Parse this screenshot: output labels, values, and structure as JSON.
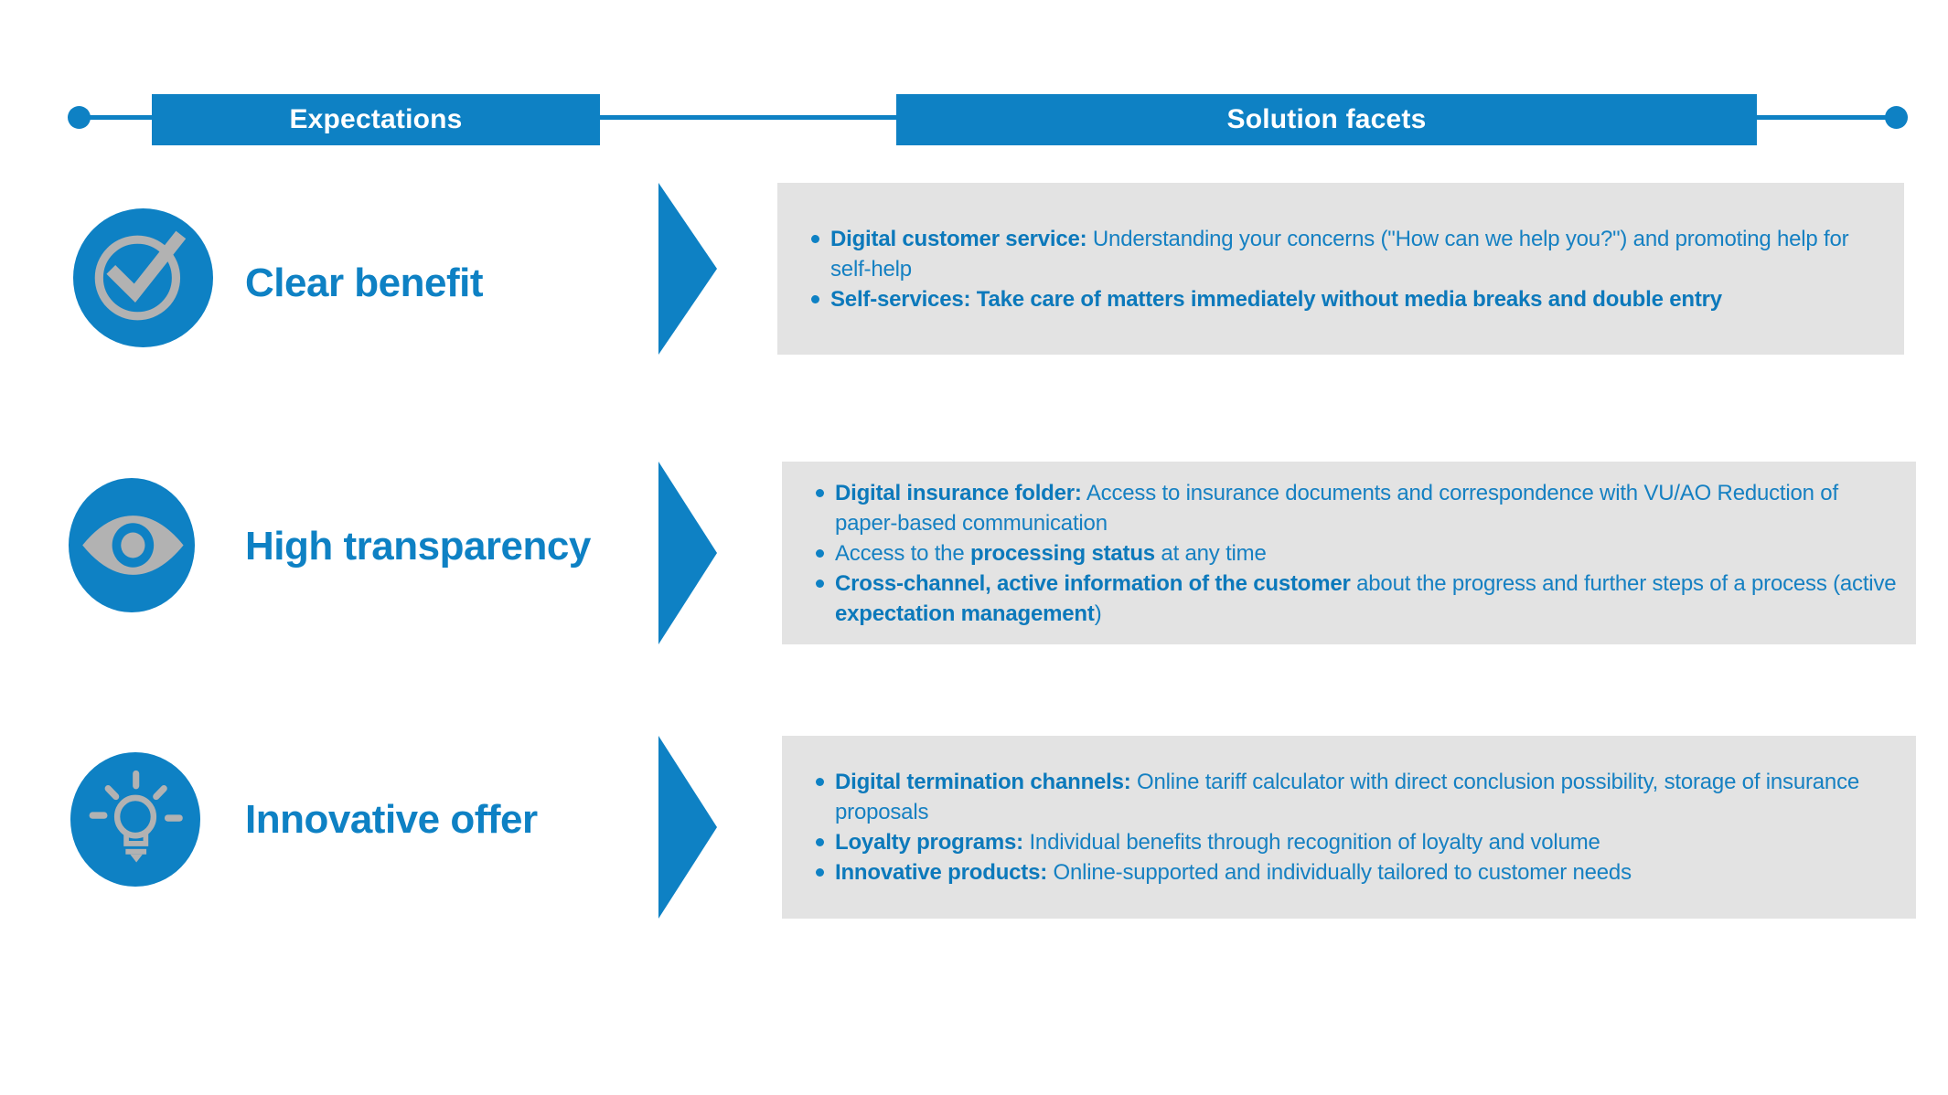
{
  "header": {
    "left_label": "Expectations",
    "right_label": "Solution facets"
  },
  "colors": {
    "accent": "#0E81C4",
    "icon_gray": "#B2B2B2",
    "panel_background": "#E3E3E3",
    "bullet_text": "#1580C2",
    "bullet_text_bold": "#0C79BB",
    "header_text": "#FFFFFF"
  },
  "icons": [
    "check-circle-icon",
    "eye-icon",
    "lightbulb-icon",
    "arrow-right-icon"
  ],
  "rows": [
    {
      "id": "clear-benefit",
      "title": "Clear benefit",
      "icon": "check-circle-icon",
      "bullets": [
        {
          "segments": [
            {
              "b": true,
              "t": "Digital customer service:"
            },
            {
              "b": false,
              "t": " Understanding your concerns (\"How can we help you?\") and promoting help for self-help"
            }
          ]
        },
        {
          "segments": [
            {
              "b": true,
              "t": "Self-services: Take care of matters immediately without media breaks and double entry"
            }
          ]
        }
      ]
    },
    {
      "id": "high-transparency",
      "title": "High transparency",
      "icon": "eye-icon",
      "bullets": [
        {
          "segments": [
            {
              "b": true,
              "t": "Digital insurance folder:"
            },
            {
              "b": false,
              "t": " Access to insurance documents and correspondence with VU/AO Reduction of paper-based communication"
            }
          ]
        },
        {
          "segments": [
            {
              "b": false,
              "t": "Access to the "
            },
            {
              "b": true,
              "t": "processing status"
            },
            {
              "b": false,
              "t": " at any time"
            }
          ]
        },
        {
          "segments": [
            {
              "b": true,
              "t": "Cross-channel, active information of the customer"
            },
            {
              "b": false,
              "t": " about the progress and further steps of a process (active "
            },
            {
              "b": true,
              "t": "expectation management"
            },
            {
              "b": false,
              "t": ")"
            }
          ]
        }
      ]
    },
    {
      "id": "innovative-offer",
      "title": "Innovative offer",
      "icon": "lightbulb-icon",
      "bullets": [
        {
          "segments": [
            {
              "b": true,
              "t": "Digital termination channels:"
            },
            {
              "b": false,
              "t": " Online tariff calculator with direct conclusion possibility, storage of insurance proposals"
            }
          ]
        },
        {
          "segments": [
            {
              "b": true,
              "t": "Loyalty programs:"
            },
            {
              "b": false,
              "t": " Individual benefits through recognition of loyalty and volume"
            }
          ]
        },
        {
          "segments": [
            {
              "b": true,
              "t": "Innovative products:"
            },
            {
              "b": false,
              "t": " Online-supported and individually tailored to customer needs"
            }
          ]
        }
      ]
    }
  ]
}
